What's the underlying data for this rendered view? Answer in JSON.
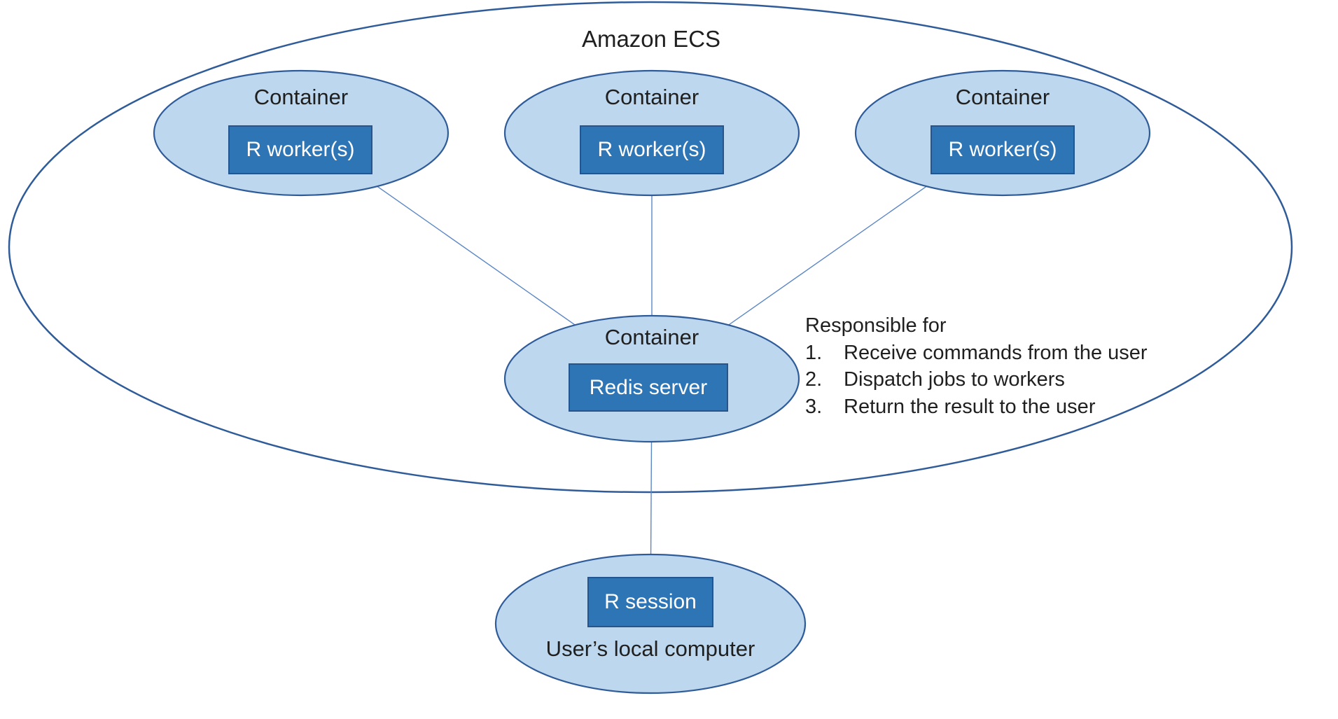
{
  "diagram": {
    "title": "Amazon ECS",
    "worker_containers": [
      {
        "label": "Container",
        "box": "R worker(s)"
      },
      {
        "label": "Container",
        "box": "R worker(s)"
      },
      {
        "label": "Container",
        "box": "R worker(s)"
      }
    ],
    "redis_container": {
      "label": "Container",
      "box": "Redis server"
    },
    "local_computer": {
      "box": "R session",
      "label": "User’s local computer"
    },
    "responsibilities": {
      "heading": "Responsible for",
      "items": [
        {
          "num": "1.",
          "text": "Receive commands from the user"
        },
        {
          "num": "2.",
          "text": "Dispatch jobs to workers"
        },
        {
          "num": "3.",
          "text": "Return the result to the user"
        }
      ]
    },
    "colors": {
      "ellipse_fill": "#BDD7EE",
      "ellipse_stroke": "#2F5C99",
      "box_fill": "#2E75B6",
      "box_stroke": "#24558E",
      "connector": "#5B87C5",
      "text": "#1F1F1F"
    }
  }
}
